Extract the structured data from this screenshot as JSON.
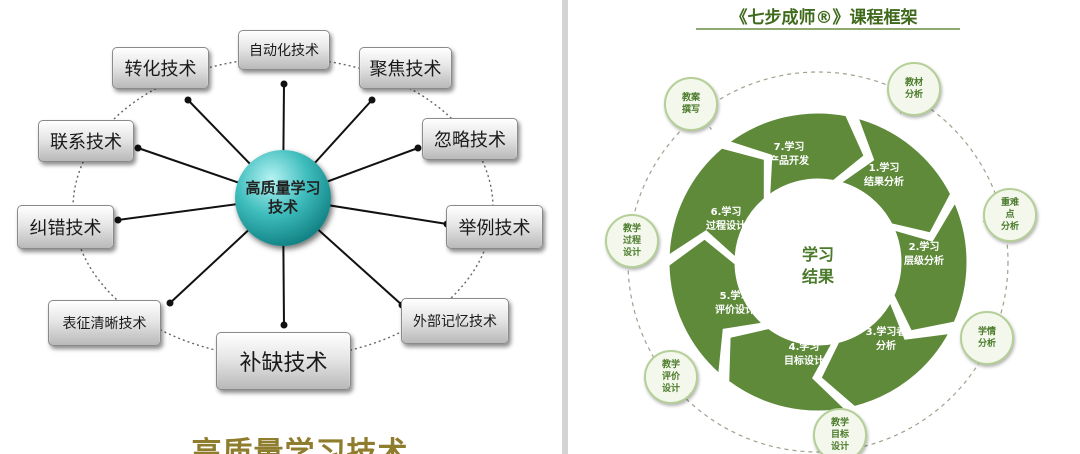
{
  "left": {
    "hub": "高质量学习\n技术",
    "techniques": [
      "自动化技术",
      "聚焦技术",
      "忽略技术",
      "举例技术",
      "外部记忆技术",
      "补缺技术",
      "表征清晰技术",
      "纠错技术",
      "联系技术",
      "转化技术"
    ],
    "bottom_title": "高质量学习技术"
  },
  "right": {
    "title": "《七步成师®》课程框架",
    "center": "学习\n结果",
    "steps": [
      "1.学习\n结果分析",
      "2.学习\n层级分析",
      "3.学习者\n分析",
      "4.学习\n目标设计",
      "5.学习\n评价设计",
      "6.学习\n过程设计",
      "7.学习\n产品开发"
    ],
    "satellites": [
      "教材\n分析",
      "重难\n点\n分析",
      "学情\n分析",
      "教学\n目标\n设计",
      "教学\n评价\n设计",
      "教学\n过程\n设计",
      "教案\n撰写"
    ]
  },
  "colors": {
    "ring": "#5e8a3a",
    "hub": "#1a9c9e",
    "accent_text": "#8f7d2e"
  }
}
